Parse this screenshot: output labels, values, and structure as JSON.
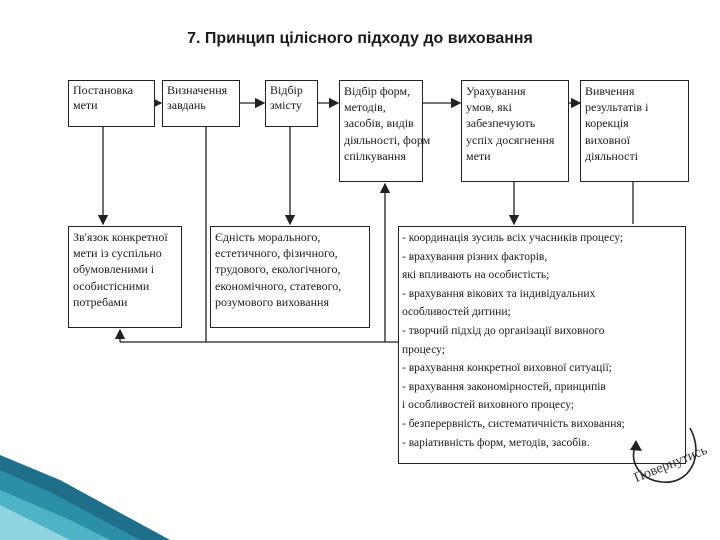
{
  "title": "7. Принцип цілісного підходу до виховання",
  "top_row": [
    {
      "id": "b1",
      "lines": [
        "Постановка",
        "мети"
      ]
    },
    {
      "id": "b2",
      "lines": [
        "Визначення",
        "завдань"
      ]
    },
    {
      "id": "b3",
      "lines": [
        "Відбір",
        "змісту"
      ]
    },
    {
      "id": "b4",
      "lines": [
        "Відбір форм,",
        "методів,",
        "засобів, видів",
        "діяльності, форм",
        "спілкування"
      ]
    },
    {
      "id": "b5",
      "lines": [
        "Урахування",
        "умов, які",
        "забезпечують",
        "успіх досягнення",
        "мети"
      ]
    },
    {
      "id": "b6",
      "lines": [
        "Вивчення",
        "результатів і",
        "корекція",
        "виховної",
        "діяльності"
      ]
    }
  ],
  "bottom_row": [
    {
      "id": "c1",
      "lines": [
        "Зв'язок конкретної",
        "мети із суспільно",
        "обумовленими і",
        "особистісними",
        " потребами"
      ]
    },
    {
      "id": "c2",
      "lines": [
        "Єдність морального,",
        "естетичного, фізичного,",
        "трудового, екологічного,",
        "економічного, статевого,",
        "розумового виховання"
      ]
    },
    {
      "id": "c3",
      "lines": [
        "- координація зусиль всіх  учасників процесу;",
        "- врахування різних факторів,",
        "які впливають на особистість;",
        "- врахування вікових та індивідуальних",
        "особливостей дитини;",
        "- творчий підхід до організації виховного",
        " процесу;",
        "- врахування конкретної виховної ситуації;",
        "- врахування закономірностей, принципів",
        " і особливостей  виховного процесу;",
        "- безперервність, систематичність виховання;",
        "- варіативність форм, методів, засобів."
      ]
    }
  ],
  "back_link": {
    "label": "Повернутись"
  }
}
